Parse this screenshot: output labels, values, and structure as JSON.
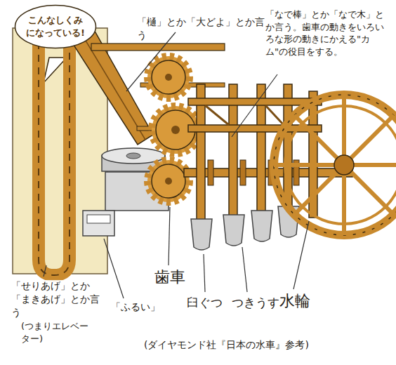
{
  "diagram": {
    "nodes": [
      {
        "text": [
          "こんなしくみになっている!"
        ]
      }
    ],
    "labels": [
      "「樋」とか「大どよ」とか言う",
      "「なで棒」とか「なで木」とか言う。歯車の動きをいろいろな形の動きにかえる\"カム\"の役目をする。",
      "「せりあげ」とか「まきあげ」とか言う",
      "「ふるい」",
      "(つまりエレベーター)",
      "歯車",
      "臼ぐつ",
      "つきうす",
      "水輪",
      "(ダイヤモンド社『日本の水車』参考)"
    ]
  }
}
